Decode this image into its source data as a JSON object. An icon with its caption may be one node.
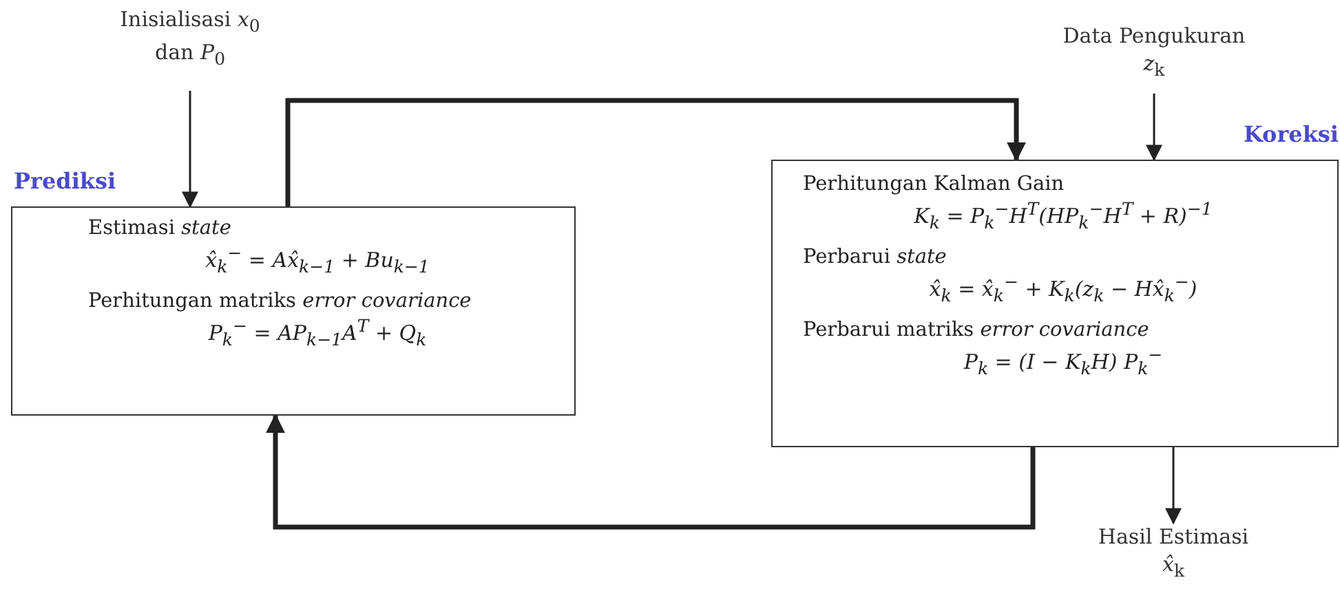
{
  "diagram": {
    "nodes": [
      {
        "text": [
          "Inisialisasi *x*$_{0}$ dan *P*$_{0}$"
        ]
      },
      {
        "text": [
          "Prediksi",
          "Estimasi *state*",
          "x̂$_{k}$$^{−}$ = Ax̂$_{k−1}$ + Bu$_{k−1}$",
          "Perhitungan matriks *error covariance*",
          "P$_{k}$$^{−}$ = AP$_{k−1}$A$^{T}$ + Q$_{k}$"
        ]
      },
      {
        "text": [
          "Data Pengukuran *z*$_{k}$"
        ]
      },
      {
        "text": [
          "Koreksi",
          "Perhitungan Kalman Gain",
          "K$_{k}$ = P$_{k}$$^{−}$H$^{T}$(HP$_{k}$$^{−}$H$^{T}$ + R)$^{−1}$",
          "Perbarui *state*",
          "x̂$_{k}$ = x̂$_{k}$$^{−}$ + K$_{k}$(z$_{k}$ − Hx̂$_{k}$$^{−}$)",
          "Perbarui matriks *error covariance*",
          "P$_{k}$ = (I − K$_{k}$H) P$_{k}$$^{−}$"
        ]
      },
      {
        "text": [
          "Hasil Estimasi *x̂*$_{k}$"
        ]
      }
    ],
    "edges": [
      {
        "from": 0,
        "to": 1,
        "arrow": "to"
      },
      {
        "from": 1,
        "to": 3,
        "arrow": "to",
        "style": "thick"
      },
      {
        "from": 2,
        "to": 3,
        "arrow": "to"
      },
      {
        "from": 3,
        "to": 1,
        "arrow": "to",
        "style": "thick"
      },
      {
        "from": 3,
        "to": 4,
        "arrow": "to"
      }
    ]
  }
}
